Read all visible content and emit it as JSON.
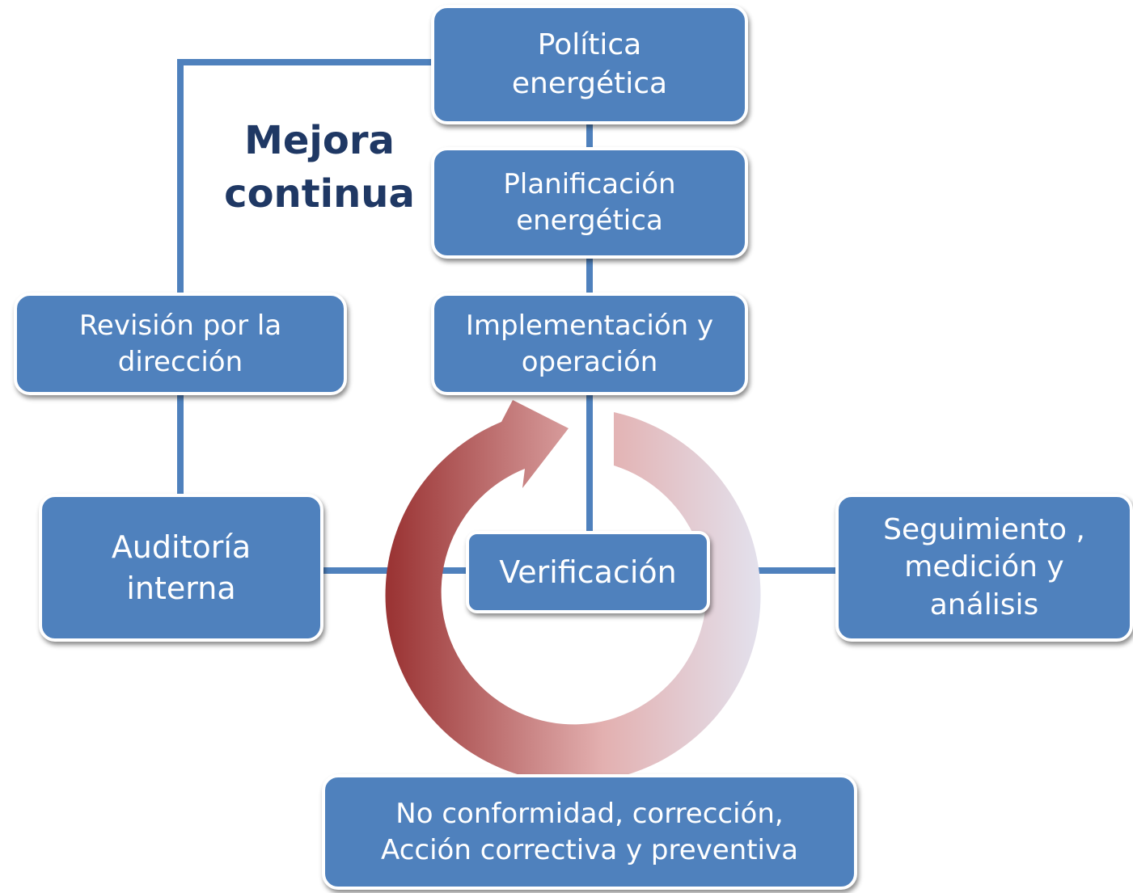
{
  "title": "Mejora\ncontinua",
  "boxes": {
    "politica": "Política\nenergética",
    "planificacion": "Planificación\nenergética",
    "implementacion": "Implementación y\noperación",
    "revision": "Revisión por la\ndirección",
    "auditoria": "Auditoría\ninterna",
    "verificacion": "Verificación",
    "seguimiento": "Seguimiento ,\nmedición y\nanálisis",
    "no_conformidad": "No conformidad, corrección,\nAcción correctiva y preventiva"
  },
  "colors": {
    "box_fill": "#4f81bd",
    "connector": "#4f81bd",
    "title_text": "#1f3864",
    "arrow_dark": "#9b3535",
    "arrow_light": "#e3e6f3"
  }
}
